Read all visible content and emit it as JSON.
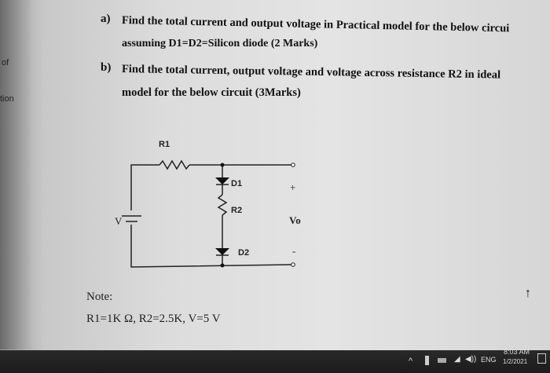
{
  "edge_text": [
    "of",
    "tion"
  ],
  "question": {
    "a_label": "a)",
    "a_line1": "Find the total current and output voltage in Practical model for the below circui",
    "a_line2": "assuming D1=D2=Silicon diode (2 Marks)",
    "b_label": "b)",
    "b_line1": "Find the total current, output voltage and voltage across resistance R2 in ideal",
    "b_line2": "model for the below circuit (3Marks)"
  },
  "circuit": {
    "r1": "R1",
    "d1": "D1",
    "r2": "R2",
    "d2": "D2",
    "v": "V",
    "vo": "Vo",
    "plus": "+",
    "minus": "-"
  },
  "note": {
    "label": "Note:",
    "values": "R1=1K Ω, R2=2.5K, V=5 V"
  },
  "scroll_up": "↑",
  "taskbar": {
    "language": "ENG",
    "time": "8:03 AM",
    "date": "1/2/2021",
    "icons": [
      "chevron-up-icon",
      "usb-icon",
      "battery-icon",
      "wifi-icon",
      "volume-icon",
      "notification-icon"
    ]
  }
}
